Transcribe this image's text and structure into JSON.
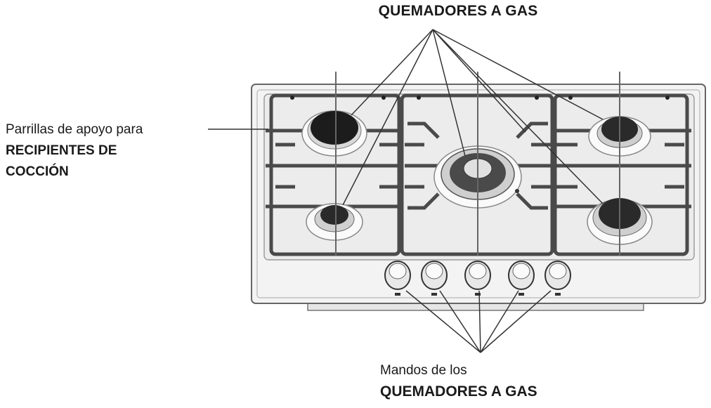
{
  "callouts": {
    "top": "QUEMADORES A GAS",
    "left_line1": "Parrillas de apoyo para",
    "left_line2": "RECIPIENTES DE",
    "left_line3": "COCCIÓN",
    "bottom_line1": "Mandos de los",
    "bottom_line2": "QUEMADORES A GAS"
  },
  "colors": {
    "line": "#333333",
    "hob_surface": "#f1f1f1",
    "grate": "#555555",
    "burner_cap": "#2a2a2a"
  }
}
